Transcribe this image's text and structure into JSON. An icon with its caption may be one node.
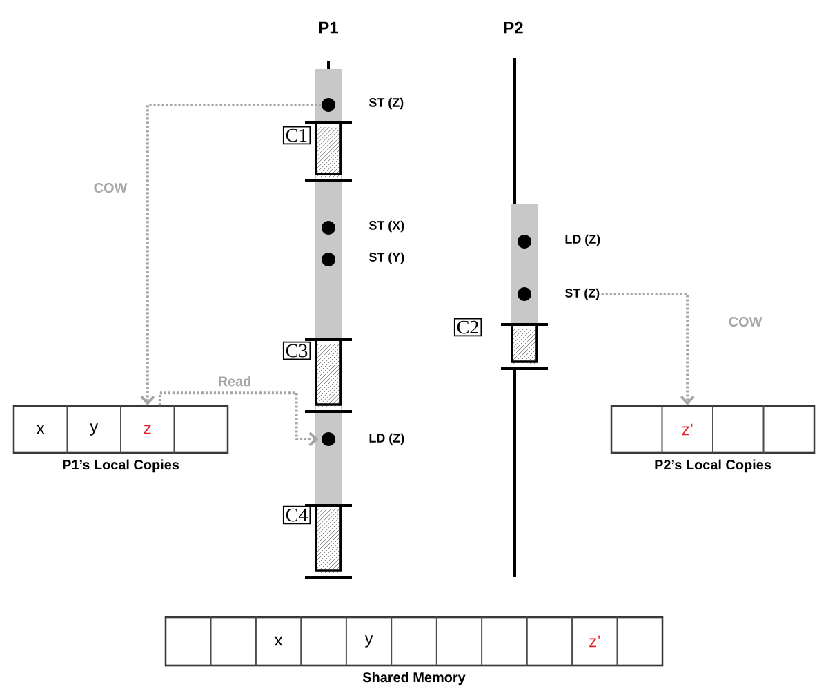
{
  "diagram": {
    "nodes": [
      {
        "text": [],
        "shape": "circle"
      },
      {
        "text": [
          "ST (Z)"
        ]
      },
      {
        "text": [
          "C1"
        ]
      },
      {
        "text": [],
        "shape": "circle"
      },
      {
        "text": [
          "ST (X)"
        ]
      },
      {
        "text": [],
        "shape": "circle"
      },
      {
        "text": [
          "ST (Y)"
        ]
      },
      {
        "text": [
          "C3"
        ]
      },
      {
        "text": [],
        "shape": "circle"
      },
      {
        "text": [
          "LD (Z)"
        ]
      },
      {
        "text": [
          "C4"
        ]
      },
      {
        "text": [],
        "shape": "circle"
      },
      {
        "text": [
          "LD (Z)"
        ]
      },
      {
        "text": [],
        "shape": "circle"
      },
      {
        "text": [
          "ST (Z)"
        ]
      },
      {
        "text": [
          "C2"
        ]
      },
      {
        "text": [
          "P1’s Local Copies"
        ]
      },
      {
        "text": [
          "x"
        ],
        "in": 16
      },
      {
        "text": [
          "y"
        ],
        "in": 16
      },
      {
        "text": [
          "z"
        ],
        "in": 16
      },
      {
        "text": [],
        "shape": "box",
        "in": 16
      },
      {
        "text": [
          "P2’s Local Copies"
        ]
      },
      {
        "text": [],
        "shape": "box",
        "in": 21
      },
      {
        "text": [
          "z’"
        ],
        "in": 21
      },
      {
        "text": [],
        "shape": "box",
        "in": 21
      },
      {
        "text": [],
        "shape": "box",
        "in": 21
      },
      {
        "text": [
          "Shared Memory"
        ]
      },
      {
        "text": [],
        "shape": "box",
        "in": 26
      },
      {
        "text": [],
        "shape": "box",
        "in": 26
      },
      {
        "text": [
          "x"
        ],
        "in": 26
      },
      {
        "text": [],
        "shape": "box",
        "in": 26
      },
      {
        "text": [
          "y"
        ],
        "in": 26
      },
      {
        "text": [],
        "shape": "box",
        "in": 26
      },
      {
        "text": [],
        "shape": "box",
        "in": 26
      },
      {
        "text": [],
        "shape": "box",
        "in": 26
      },
      {
        "text": [],
        "shape": "box",
        "in": 26
      },
      {
        "text": [
          "z’"
        ],
        "in": 26
      },
      {
        "text": [],
        "shape": "box",
        "in": 26
      }
    ],
    "edges": [
      {
        "from": 0,
        "to": 19,
        "arrow": "to",
        "label": "COW",
        "style": "dashed",
        "color": "#a6a6a6"
      },
      {
        "from": 19,
        "to": 8,
        "arrow": "to",
        "label": "Read",
        "style": "dashed",
        "color": "#a6a6a6"
      },
      {
        "from": 14,
        "to": 23,
        "arrow": "to",
        "label": "COW",
        "style": "dashed",
        "color": "#a6a6a6"
      }
    ],
    "labels": [
      "P1",
      "P2"
    ]
  }
}
